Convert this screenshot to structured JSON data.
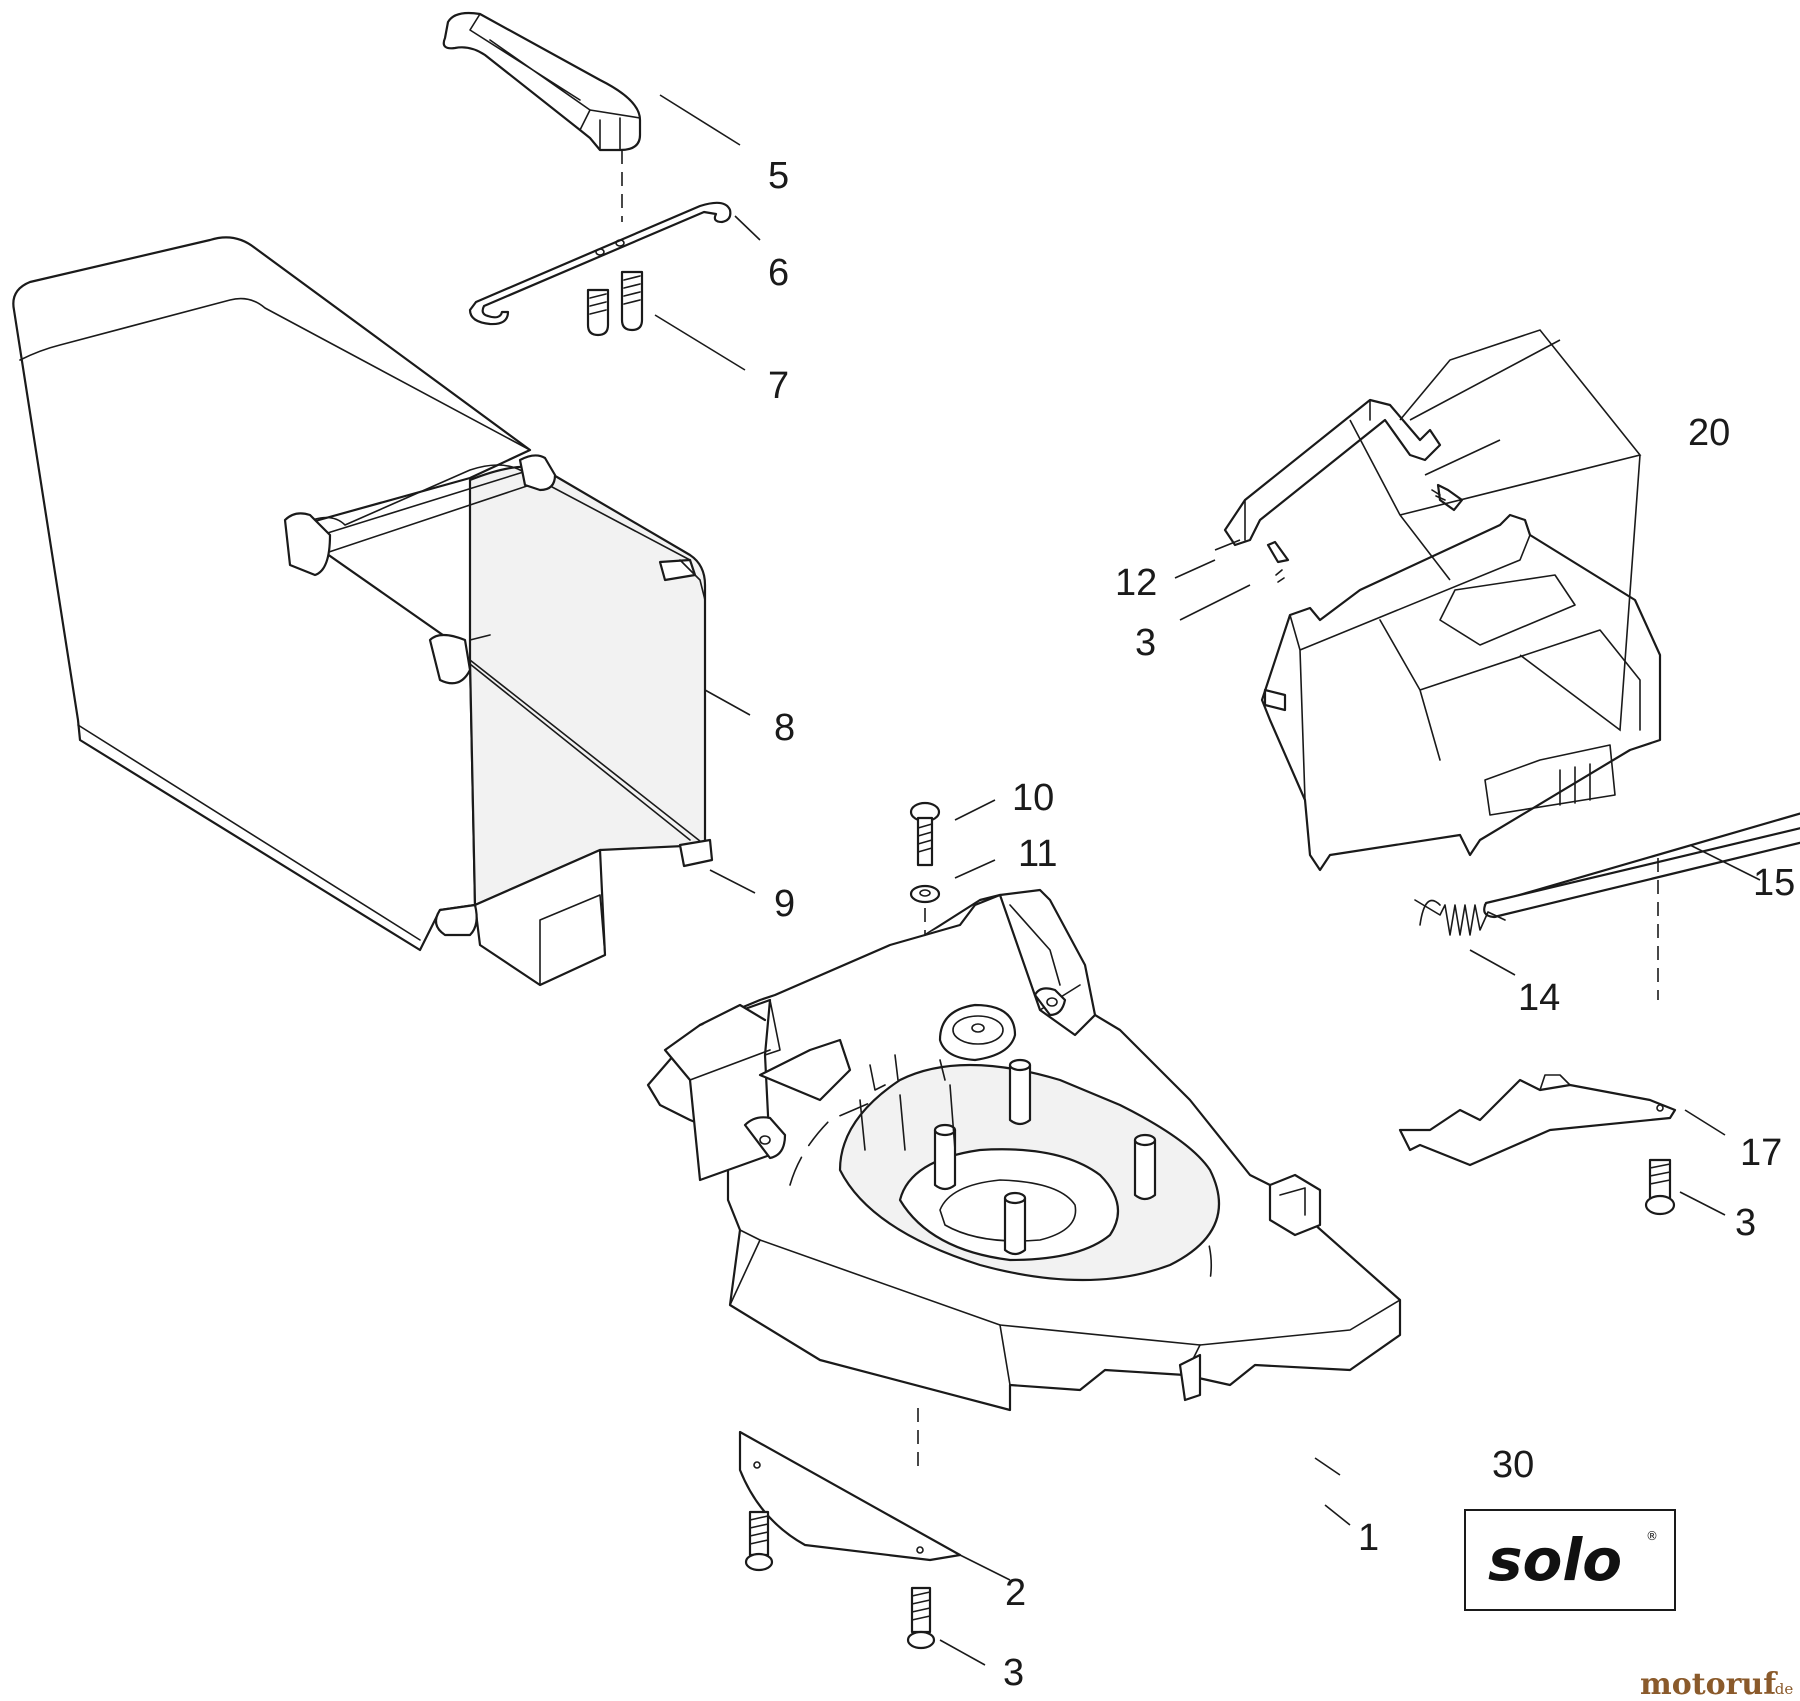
{
  "callouts": {
    "c1": "1",
    "c2": "2",
    "c3_12": "3",
    "c3_17": "3",
    "c3_bottom": "3",
    "c5": "5",
    "c6": "6",
    "c7": "7",
    "c8": "8",
    "c9": "9",
    "c10": "10",
    "c11": "11",
    "c12": "12",
    "c14": "14",
    "c15": "15",
    "c17": "17",
    "c20": "20",
    "c30": "30"
  },
  "logo": {
    "text": "solo",
    "mark": "®"
  },
  "watermark": {
    "main": "motoruf",
    "suffix": ".de"
  },
  "colors": {
    "line": "#1a1a1a",
    "fill": "#ffffff",
    "watermark_brown": "#8a5a2b",
    "watermark_orange": "#e07a1f"
  }
}
